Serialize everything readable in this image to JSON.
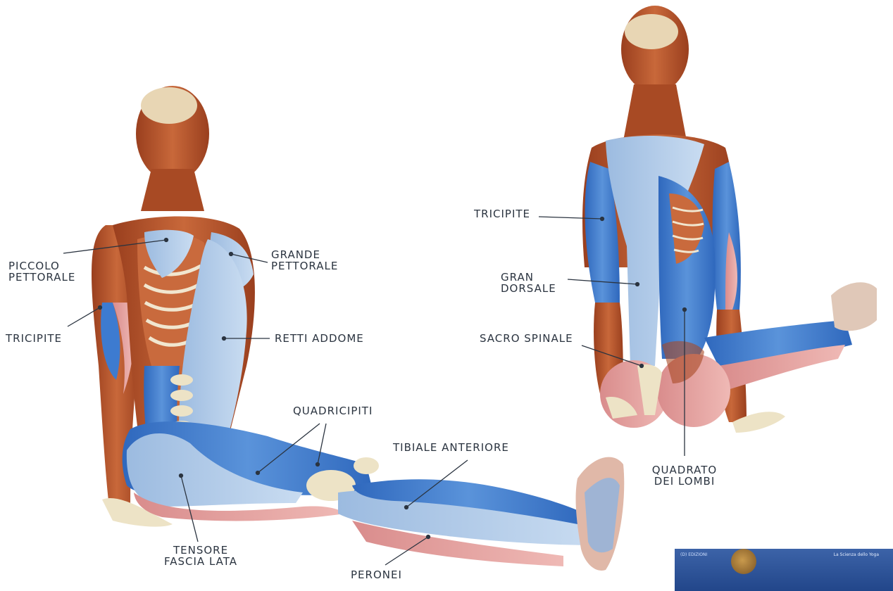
{
  "labels": {
    "front": {
      "piccolo_pettorale": [
        "PICCOLO",
        "PETTORALE"
      ],
      "grande_pettorale": [
        "GRANDE",
        "PETTORALE"
      ],
      "tricipite": "TRICIPITE",
      "retti_addome": "RETTI ADDOME",
      "quadricipiti": "QUADRICIPITI",
      "tibiale_anteriore": "TIBIALE ANTERIORE",
      "tensore_fascia_lata": [
        "TENSORE",
        "FASCIA LATA"
      ],
      "peronei": "PERONEI"
    },
    "back": {
      "tricipite": "TRICIPITE",
      "gran_dorsale": [
        "GRAN",
        "DORSALE"
      ],
      "sacro_spinale": "SACRO SPINALE",
      "quadrato_dei_lombi": [
        "QUADRATO",
        "DEI LOMBI"
      ]
    }
  },
  "thumbnail": {
    "left_text": "(D) EDIZIONI",
    "right_text": "La Scienza dello Yoga"
  },
  "colors": {
    "muscle_red": "#b5542c",
    "muscle_blue": "#3d7bd0",
    "muscle_light_blue": "#a9c8ea",
    "muscle_pink": "#e0a0a0",
    "bone": "#ede3c6",
    "leader_line": "#2b3440"
  }
}
